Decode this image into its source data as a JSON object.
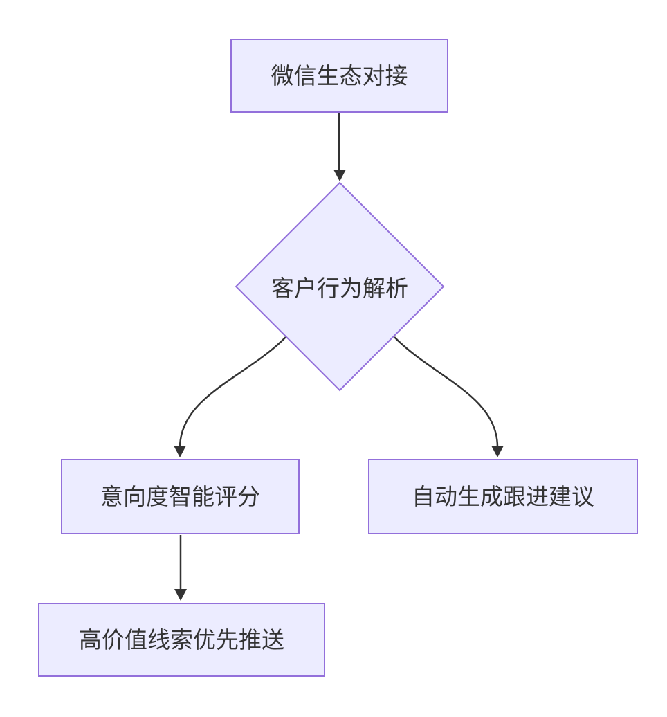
{
  "diagram": {
    "type": "flowchart",
    "direction": "top-down",
    "colors": {
      "background": "#ffffff",
      "node_fill": "#ECECFF",
      "node_border": "#9370DB",
      "edge_color": "#333333",
      "text_color": "#333333"
    },
    "nodes": [
      {
        "id": "wechat-ecosystem",
        "shape": "rect",
        "label": "微信生态对接"
      },
      {
        "id": "behavior-analysis",
        "shape": "diamond",
        "label": "客户行为解析"
      },
      {
        "id": "intent-scoring",
        "shape": "rect",
        "label": "意向度智能评分"
      },
      {
        "id": "followup-suggestion",
        "shape": "rect",
        "label": "自动生成跟进建议"
      },
      {
        "id": "high-value-push",
        "shape": "rect",
        "label": "高价值线索优先推送"
      }
    ],
    "edges": [
      {
        "from": "wechat-ecosystem",
        "to": "behavior-analysis",
        "label": ""
      },
      {
        "from": "behavior-analysis",
        "to": "intent-scoring",
        "label": ""
      },
      {
        "from": "behavior-analysis",
        "to": "followup-suggestion",
        "label": ""
      },
      {
        "from": "intent-scoring",
        "to": "high-value-push",
        "label": ""
      }
    ]
  }
}
